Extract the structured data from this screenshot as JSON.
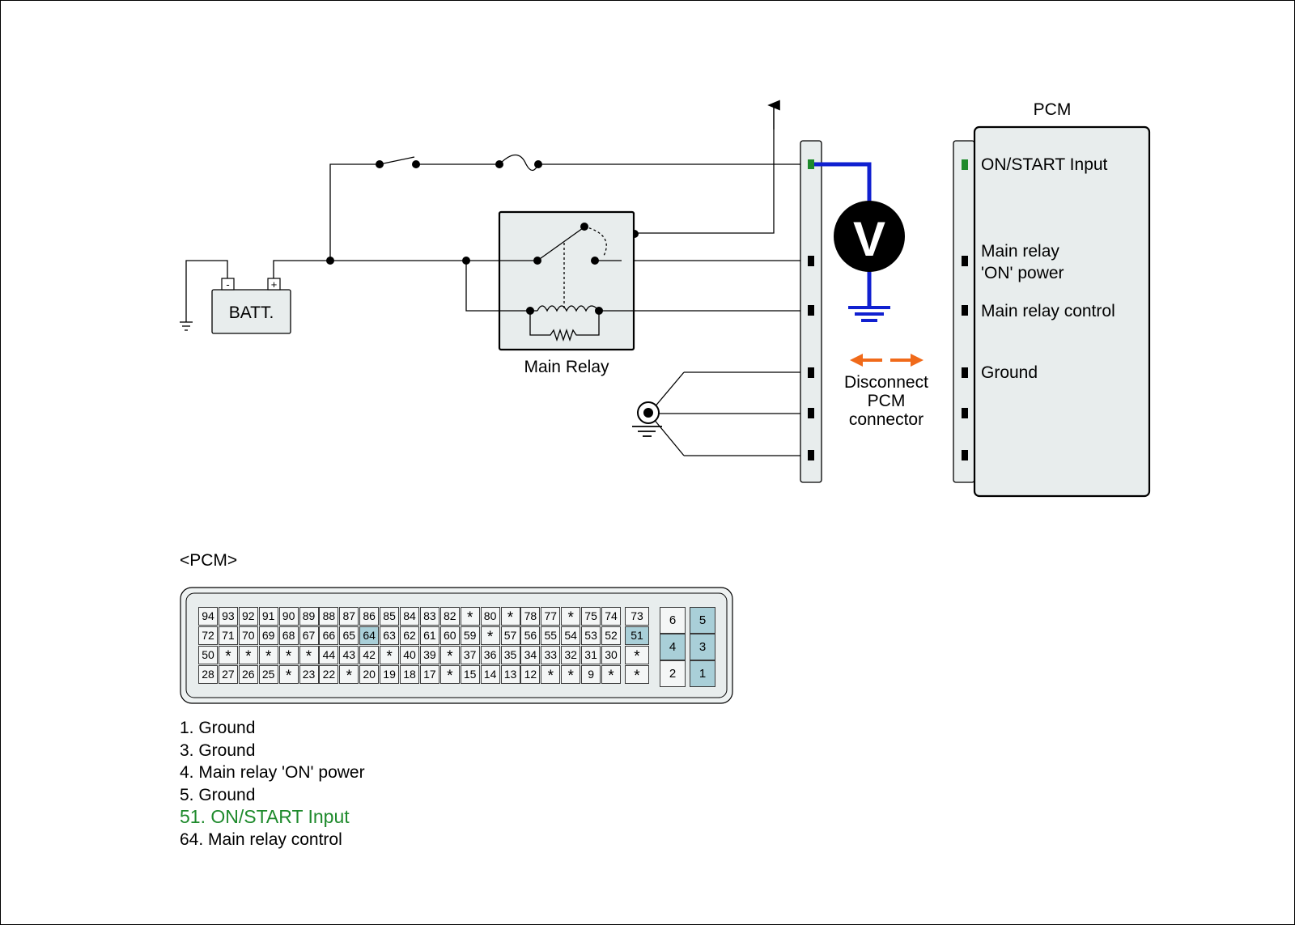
{
  "schematic": {
    "battery_label": "BATT.",
    "battery_neg": "-",
    "battery_pos": "+",
    "relay_label": "Main Relay",
    "pcm_title": "PCM",
    "voltmeter_symbol": "V",
    "disconnect_note": [
      "Disconnect",
      "PCM",
      "connector"
    ],
    "pcm_pins": [
      {
        "label": "ON/START Input",
        "color": "#1e8a2c"
      },
      {
        "label": "Main relay\n'ON' power",
        "color": "#000000"
      },
      {
        "label": "Main relay control",
        "color": "#000000"
      },
      {
        "label": "Ground",
        "color": "#000000"
      },
      {
        "label": "",
        "color": "#000000"
      },
      {
        "label": "",
        "color": "#000000"
      }
    ],
    "colors": {
      "probe_wire": "#1020d0",
      "arrow": "#f06a1a",
      "highlight_text": "#1e8a2c",
      "highlight_pin": "#a9cfd8",
      "housing_fill": "#e8eded"
    }
  },
  "connector": {
    "title": "<PCM>",
    "rows": [
      [
        "94",
        "93",
        "92",
        "91",
        "90",
        "89",
        "88",
        "87",
        "86",
        "85",
        "84",
        "83",
        "82",
        "*",
        "80",
        "*",
        "78",
        "77",
        "*",
        "75",
        "74"
      ],
      [
        "72",
        "71",
        "70",
        "69",
        "68",
        "67",
        "66",
        "65",
        "64",
        "63",
        "62",
        "61",
        "60",
        "59",
        "*",
        "57",
        "56",
        "55",
        "54",
        "53",
        "52"
      ],
      [
        "50",
        "*",
        "*",
        "*",
        "*",
        "*",
        "44",
        "43",
        "42",
        "*",
        "40",
        "39",
        "*",
        "37",
        "36",
        "35",
        "34",
        "33",
        "32",
        "31",
        "30"
      ],
      [
        "28",
        "27",
        "26",
        "25",
        "*",
        "23",
        "22",
        "*",
        "20",
        "19",
        "18",
        "17",
        "*",
        "15",
        "14",
        "13",
        "12",
        "*",
        "*",
        "9",
        "*"
      ]
    ],
    "side_column": [
      "73",
      "51",
      "*",
      "*"
    ],
    "power_block": [
      [
        "6",
        "5"
      ],
      [
        "4",
        "3"
      ],
      [
        "2",
        "1"
      ]
    ],
    "highlighted": [
      "64",
      "51",
      "5",
      "4",
      "3",
      "1"
    ]
  },
  "legend": [
    {
      "text": "1. Ground",
      "highlight": false
    },
    {
      "text": "3. Ground",
      "highlight": false
    },
    {
      "text": "4. Main relay 'ON' power",
      "highlight": false
    },
    {
      "text": "5. Ground",
      "highlight": false
    },
    {
      "text": "51. ON/START Input",
      "highlight": true
    },
    {
      "text": "64. Main relay control",
      "highlight": false
    }
  ]
}
